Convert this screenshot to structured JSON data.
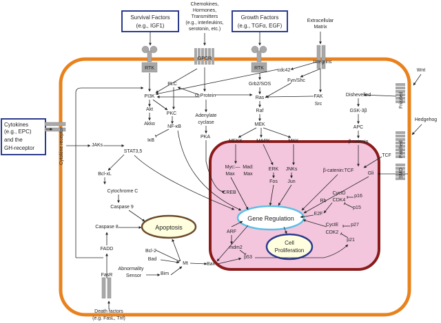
{
  "top_boxes": {
    "survival": [
      "Survival Factors",
      "(e.g., IGF1)"
    ],
    "growth": [
      "Growth Factors",
      "(e.g., TGFα, EGF)"
    ],
    "cytokines": [
      "Cytokines",
      "(e.g., EPC)",
      "and the",
      "GH-receptor"
    ]
  },
  "extracellular": {
    "chemokines": [
      "Chemokines,",
      "Hormones,",
      "Transmitters",
      "(e.g., interleukins,",
      "serotonin, etc.)"
    ],
    "matrix": [
      "Extracellular",
      "Matrix"
    ],
    "wnt": "Wnt",
    "hedgehog": "Hedgehog",
    "death": [
      "Death factors",
      "(e.g. FasL, Tnf)"
    ]
  },
  "receptors": {
    "rtk_left": "RTK",
    "gpcr": "GPCR",
    "rtk_right": "RTK",
    "integrins": "Integrins",
    "frizzled": "Frizzled",
    "patched": "Patched",
    "smo": "SMO",
    "cytokine_receptor": "Cytokine receptor",
    "fasr": "FasR"
  },
  "nodes": {
    "cdc42": "cdc42",
    "fyn_shc": "Fyn/Shc",
    "grb2_sos": "Grb2/SOS",
    "fak": "FAK",
    "src": "Src",
    "plc": "PLC",
    "gprotein": "G-Protein",
    "pi3k": "PI3K",
    "akt": "Akt",
    "akka": "Akkα",
    "pkc": "PKC",
    "nfkb": "NF-κB",
    "ikb": "IκB",
    "adenylate": [
      "Adenylate",
      "cyclase"
    ],
    "pka": "PKA",
    "ras": "Ras",
    "raf": "Raf",
    "mek": "MEK",
    "mekk": "MEKK",
    "mapk": "MAPK",
    "mkk": "MKK",
    "dishevelled": "Dishevelled",
    "gsk3b": "GSK-3β",
    "apc": "APC",
    "bcatenin": "β-catenin",
    "tcf": "TCF",
    "jaks": "JAKs",
    "stat35": "STAT3,5",
    "bclxl": "Bcl-xL",
    "cytc": "Cytochrome C",
    "casp9": "Caspase 9",
    "casp8": "Caspase 8",
    "fadd": "FADD",
    "bcl2": "Bcl-2",
    "bad": "Bad",
    "mt": "Mt",
    "bax": "Bax",
    "abn": [
      "Abnormality",
      "Sensor"
    ],
    "bim": "Bim"
  },
  "nucleus": {
    "myc": [
      "Myc:",
      "Max"
    ],
    "mad": [
      "Mad:",
      "Max"
    ],
    "erk": "ERK",
    "fos": "Fos",
    "jnks": "JNKs",
    "jun": "Jun",
    "bcat_tcf": "β-catenin:TCF",
    "creb": "CREB",
    "gli": "Gli",
    "cycd": "CycID",
    "cdk4": "CDK4",
    "p16": "p16",
    "p15": "p15",
    "rb": "Rb",
    "e2f": "E2F",
    "cyce": "CycIE",
    "p27": "p27",
    "cdk2": "CDK2",
    "p21": "p21",
    "arf": "ARF",
    "mdm2": "mdm2",
    "p53": "p53",
    "gene_regulation": "Gene Regulation",
    "cell_prolif": [
      "Cell",
      "Proliferation"
    ],
    "apoptosis": "Apoptosis"
  },
  "colors": {
    "membrane": "#e8821e",
    "nucleus_fill": "#f3c6de",
    "nucleus_stroke": "#8b1a1a",
    "box_border": "#2b3a8c",
    "gene_ring": "#5bc0e6",
    "prolif_ring": "#2b3a8c",
    "apoptosis_ring": "#6b4a2a",
    "receptor": "#a8a8a8"
  }
}
